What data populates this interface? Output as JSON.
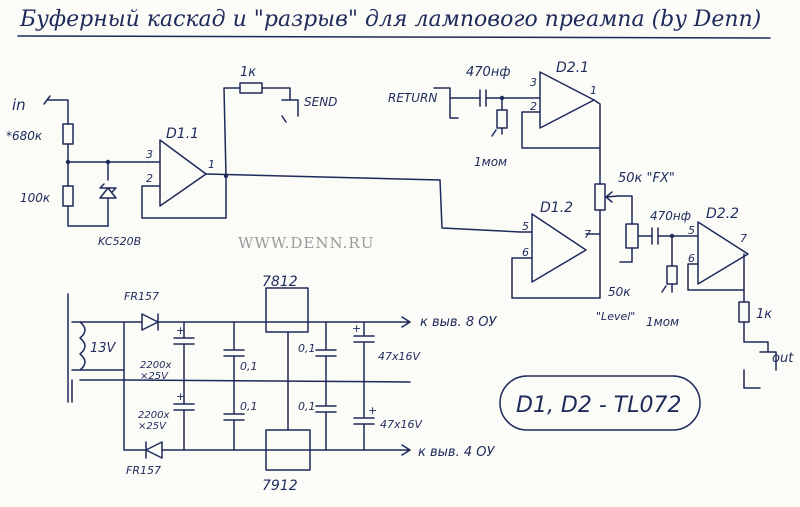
{
  "title": "Буферный каскад и \"разрыв\" для лампового преампа (by Denn)",
  "watermark": "WWW.DENN.RU",
  "labels": {
    "in": "in",
    "r_in": "*680к",
    "r_100k": "100к",
    "zener": "KC520B",
    "d11": "D1.1",
    "d12": "D1.2",
    "d21": "D2.1",
    "d22": "D2.2",
    "r_send": "1к",
    "send": "SEND",
    "return": "RETURN",
    "c_ret": "470нф",
    "r_ret": "1мом",
    "pot_fx": "50к \"FX\"",
    "c_lvl": "470нф",
    "pot_lvl": "50к",
    "level": "\"Level\"",
    "r_lvl": "1мом",
    "r_out": "1к",
    "out": "out",
    "p3a": "3",
    "p2a": "2",
    "p1a": "1",
    "p3b": "3",
    "p2b": "2",
    "p1b": "1",
    "p5a": "5",
    "p6a": "6",
    "p7a": "7",
    "p5b": "5",
    "p6b": "6",
    "p7b": "7",
    "fr_top": "FR157",
    "fr_bot": "FR157",
    "trafo": "13V",
    "reg_pos": "7812",
    "reg_neg": "7912",
    "cap_big_top": "2200x\n×25V",
    "cap_big_bot": "2200x\n×25V",
    "c01a": "0,1",
    "c01b": "0,1",
    "c01c": "0,1",
    "c01d": "0,1",
    "c47a": "47x16V",
    "c47b": "47x16V",
    "out_pos": "к выв. 8 ОУ",
    "out_neg": "к выв. 4 ОУ",
    "chips": "D1, D2 - TL072"
  },
  "colors": {
    "ink": "#1e2a5a",
    "paper": "#fbfbf8",
    "watermark": "#9a9a9a"
  }
}
